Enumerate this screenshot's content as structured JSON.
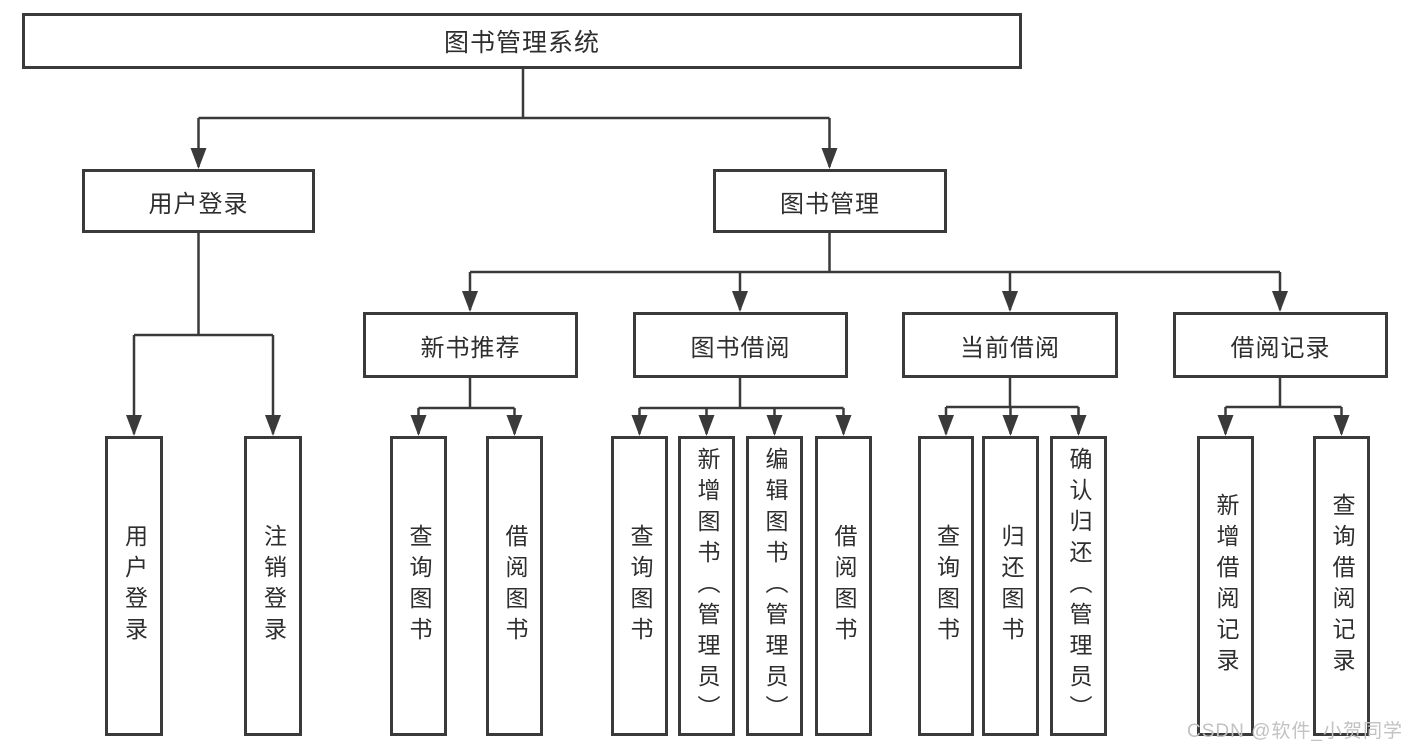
{
  "diagram": {
    "root": {
      "label": "图书管理系统"
    },
    "level1": [
      {
        "label": "用户登录"
      },
      {
        "label": "图书管理"
      }
    ],
    "level2": [
      {
        "label": "新书推荐"
      },
      {
        "label": "图书借阅"
      },
      {
        "label": "当前借阅"
      },
      {
        "label": "借阅记录"
      }
    ],
    "leaves": {
      "login": [
        "用户登录",
        "注销登录"
      ],
      "new_books": [
        "查询图书",
        "借阅图书"
      ],
      "borrow": [
        "查询图书",
        "新增图书（管理员）",
        "编辑图书（管理员）",
        "借阅图书"
      ],
      "current": [
        "查询图书",
        "归还图书",
        "确认归还（管理员）"
      ],
      "records": [
        "新增借阅记录",
        "查询借阅记录"
      ]
    }
  },
  "watermark": "CSDN @软件_小贺同学",
  "colors": {
    "line": "#3a3a3a",
    "text": "#2e2e2e",
    "background": "#ffffff",
    "watermark": "#c2c2c2"
  }
}
